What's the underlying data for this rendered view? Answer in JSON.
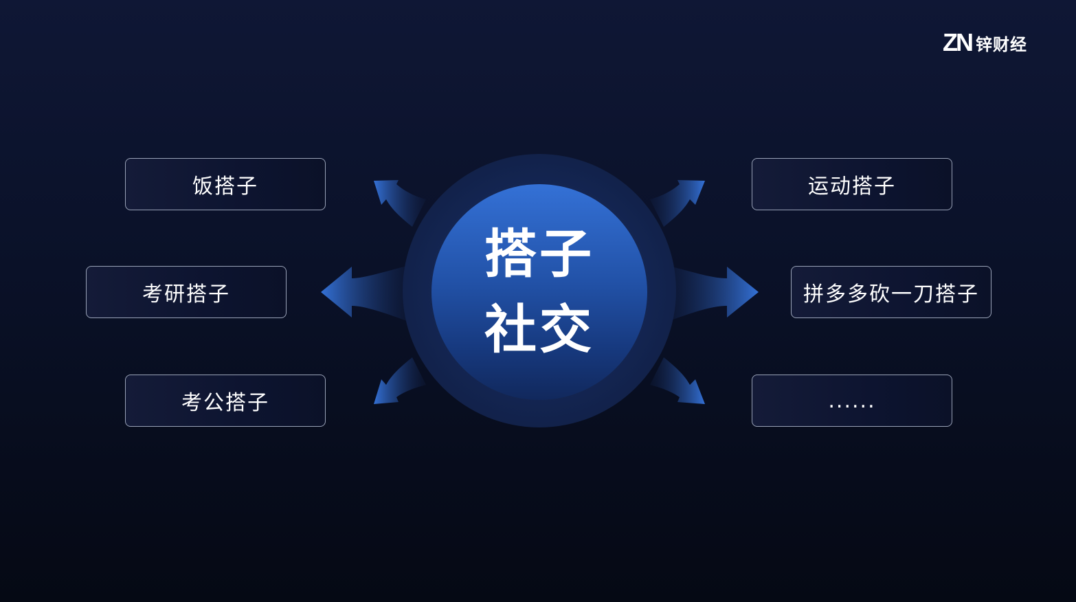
{
  "logo": {
    "mark": "ZN",
    "name": "锌财经"
  },
  "center": {
    "line1": "搭子",
    "line2": "社交"
  },
  "left_items": [
    {
      "label": "饭搭子"
    },
    {
      "label": "考研搭子"
    },
    {
      "label": "考公搭子"
    }
  ],
  "right_items": [
    {
      "label": "运动搭子"
    },
    {
      "label": "拼多多砍一刀搭子"
    },
    {
      "label": "......"
    }
  ],
  "colors": {
    "background": "#0a1128",
    "accent": "#3471d6",
    "box_border": "#9aa3b8"
  }
}
